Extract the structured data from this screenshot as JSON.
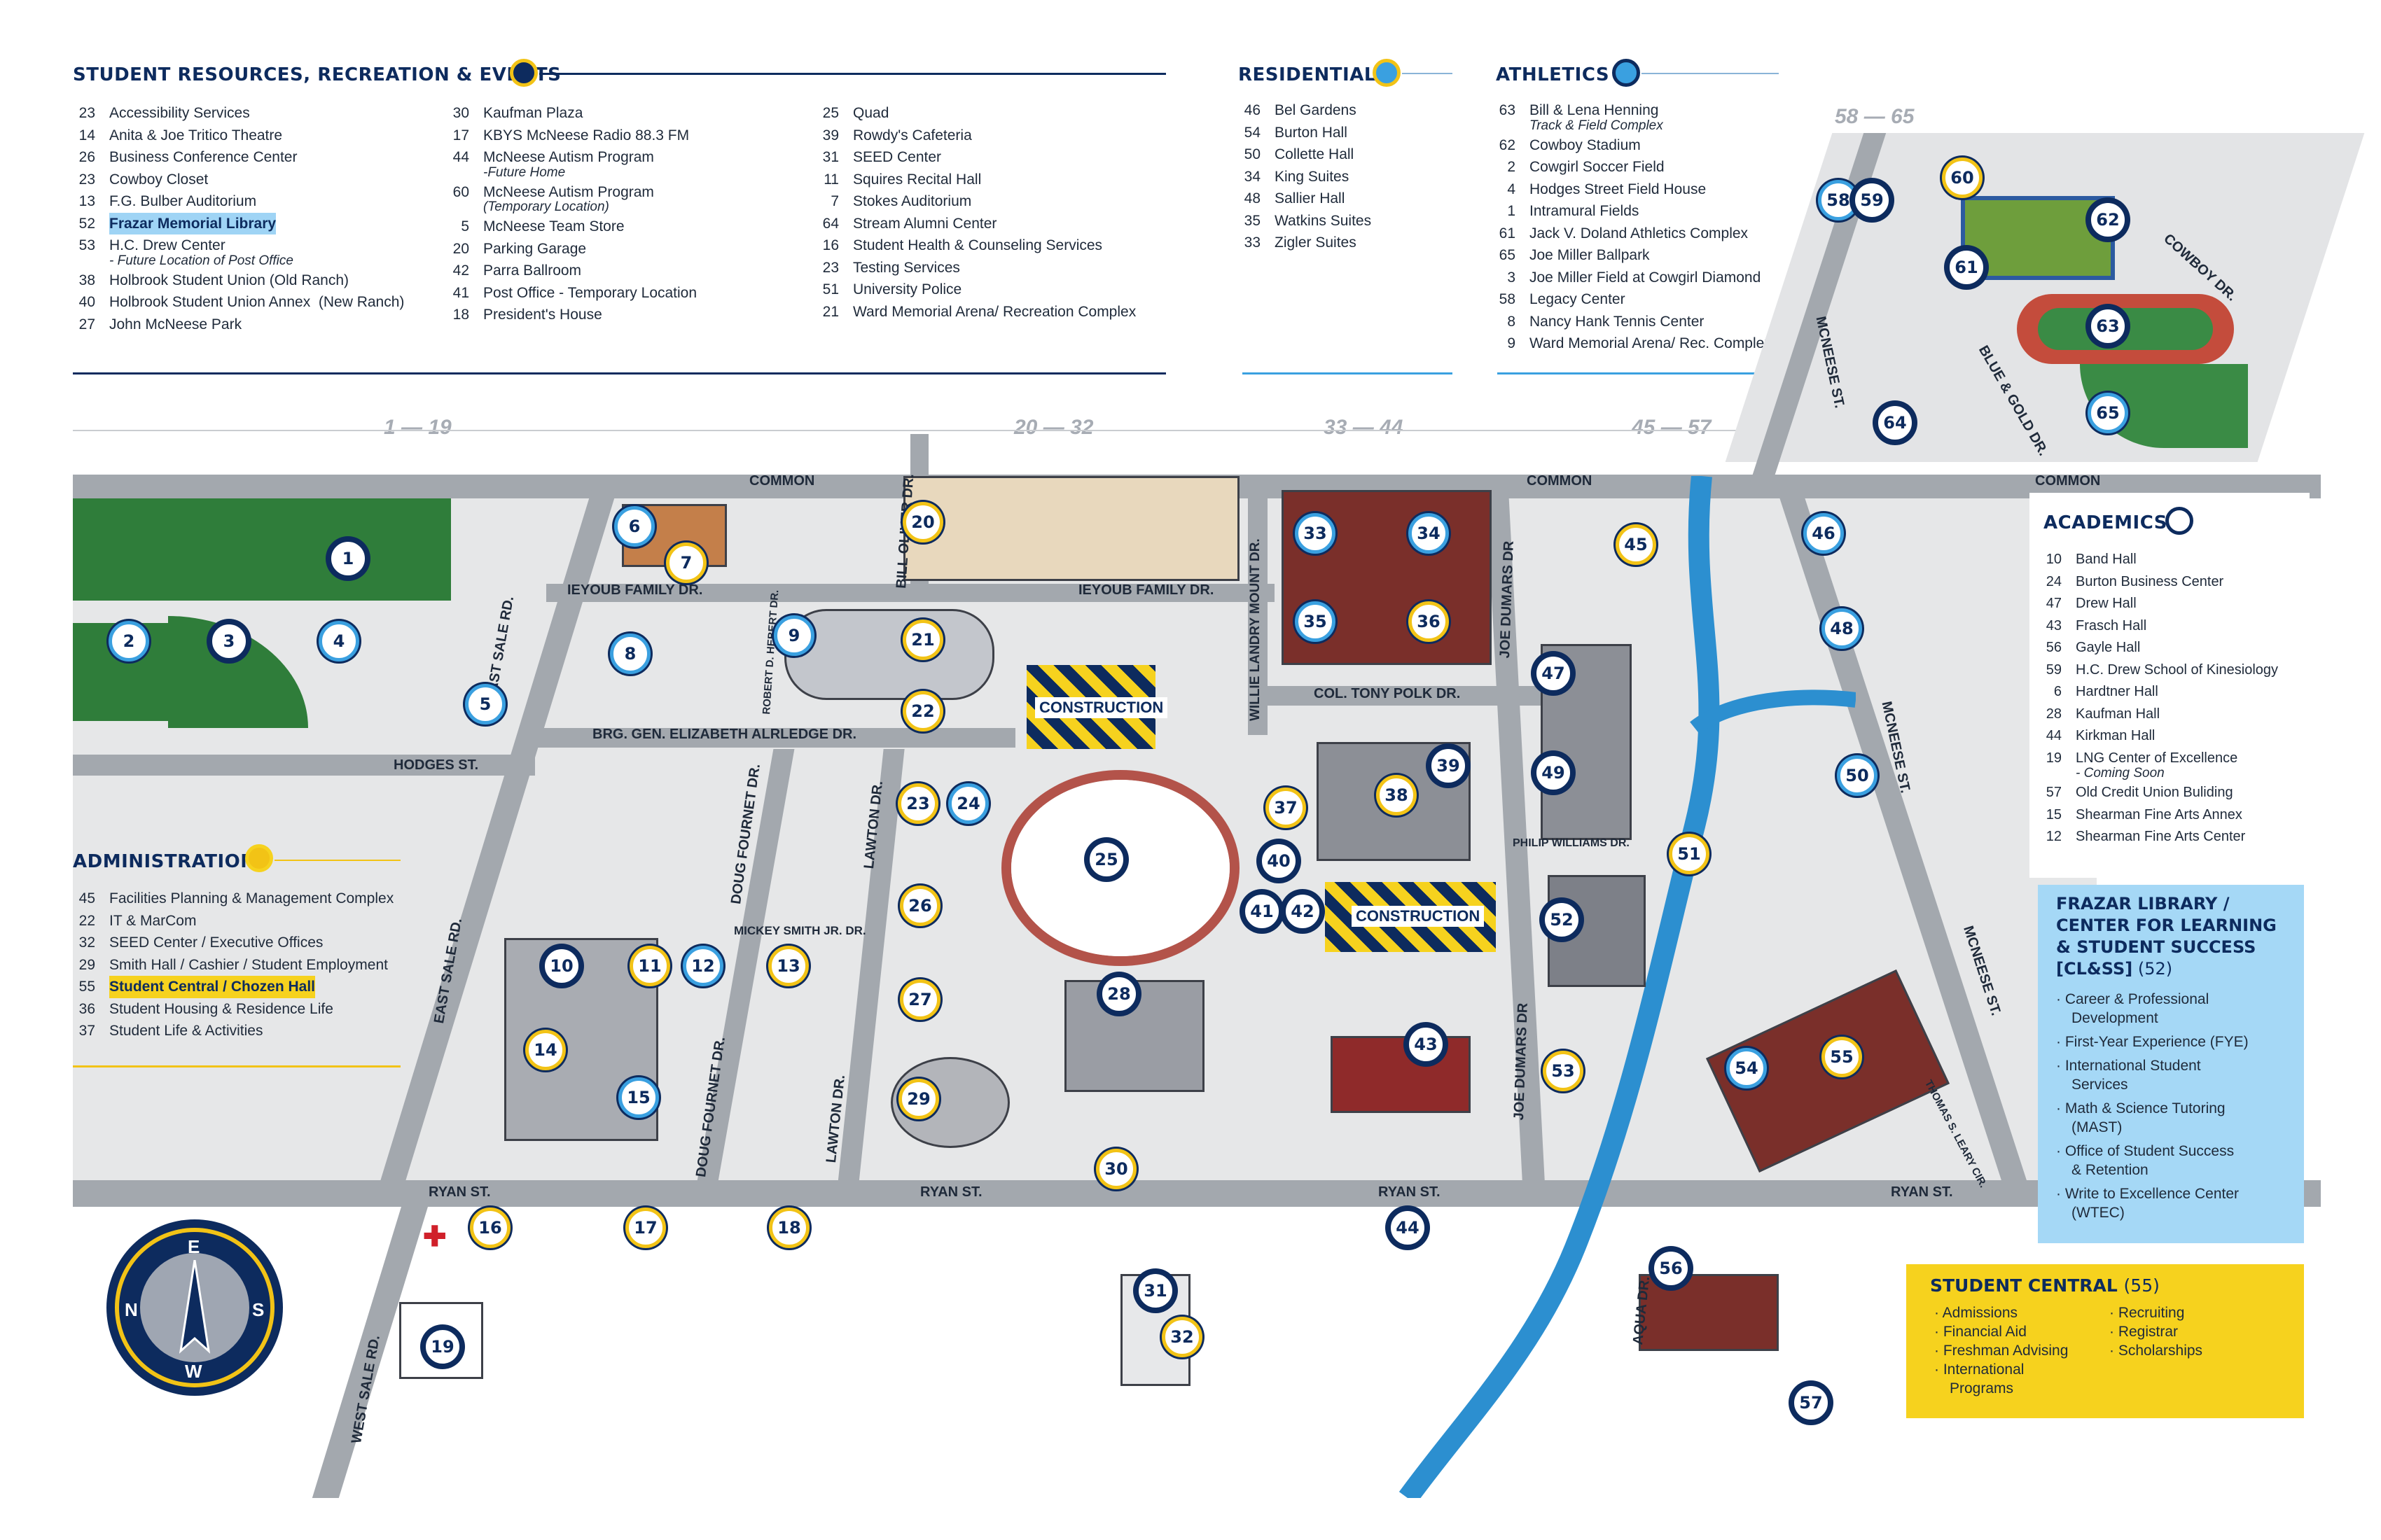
{
  "sections": {
    "student_resources": {
      "title": "STUDENT RESOURCES, RECREATION & EVENTS",
      "col1": [
        {
          "num": "23",
          "name": "Accessibility Services"
        },
        {
          "num": "14",
          "name": "Anita & Joe Tritico Theatre"
        },
        {
          "num": "26",
          "name": "Business Conference Center"
        },
        {
          "num": "23",
          "name": "Cowboy Closet"
        },
        {
          "num": "13",
          "name": "F.G. Bulber Auditorium"
        },
        {
          "num": "52",
          "name": "Frazar Memorial Library"
        },
        {
          "num": "53",
          "name": "H.C. Drew Center",
          "sub": "- Future Location of Post Office"
        },
        {
          "num": "38",
          "name": "Holbrook Student Union (Old Ranch)"
        },
        {
          "num": "40",
          "name": "Holbrook Student Union Annex  (New Ranch)"
        },
        {
          "num": "27",
          "name": "John McNeese Park"
        }
      ],
      "col2": [
        {
          "num": "30",
          "name": "Kaufman Plaza"
        },
        {
          "num": "17",
          "name": "KBYS McNeese Radio 88.3 FM"
        },
        {
          "num": "44",
          "name": "McNeese Autism Program",
          "sub": "-Future Home"
        },
        {
          "num": "60",
          "name": "McNeese Autism Program",
          "sub": "(Temporary Location)"
        },
        {
          "num": "5",
          "name": "McNeese Team Store"
        },
        {
          "num": "20",
          "name": "Parking Garage"
        },
        {
          "num": "42",
          "name": "Parra Ballroom"
        },
        {
          "num": "41",
          "name": "Post Office - Temporary Location"
        },
        {
          "num": "18",
          "name": "President's House"
        }
      ],
      "col3": [
        {
          "num": "25",
          "name": "Quad"
        },
        {
          "num": "39",
          "name": "Rowdy's Cafeteria"
        },
        {
          "num": "31",
          "name": "SEED Center"
        },
        {
          "num": "11",
          "name": "Squires Recital Hall"
        },
        {
          "num": "7",
          "name": "Stokes Auditorium"
        },
        {
          "num": "64",
          "name": "Stream Alumni Center"
        },
        {
          "num": "16",
          "name": "Student Health & Counseling Services"
        },
        {
          "num": "23",
          "name": "Testing Services"
        },
        {
          "num": "51",
          "name": "University Police"
        },
        {
          "num": "21",
          "name": "Ward Memorial Arena/ Recreation Complex"
        }
      ]
    },
    "residential": {
      "title": "RESIDENTIAL",
      "items": [
        {
          "num": "46",
          "name": "Bel Gardens"
        },
        {
          "num": "54",
          "name": "Burton Hall"
        },
        {
          "num": "50",
          "name": "Collette Hall"
        },
        {
          "num": "34",
          "name": "King Suites"
        },
        {
          "num": "48",
          "name": "Sallier Hall"
        },
        {
          "num": "35",
          "name": "Watkins Suites"
        },
        {
          "num": "33",
          "name": "Zigler Suites"
        }
      ]
    },
    "athletics": {
      "title": "ATHLETICS",
      "items": [
        {
          "num": "63",
          "name": "Bill & Lena Henning",
          "sub": "Track & Field Complex"
        },
        {
          "num": "62",
          "name": "Cowboy Stadium"
        },
        {
          "num": "2",
          "name": "Cowgirl Soccer Field"
        },
        {
          "num": "4",
          "name": "Hodges Street Field House"
        },
        {
          "num": "1",
          "name": "Intramural Fields"
        },
        {
          "num": "61",
          "name": "Jack V. Doland Athletics Complex"
        },
        {
          "num": "65",
          "name": "Joe Miller Ballpark"
        },
        {
          "num": "3",
          "name": "Joe Miller Field at Cowgirl Diamond"
        },
        {
          "num": "58",
          "name": "Legacy Center"
        },
        {
          "num": "8",
          "name": "Nancy Hank Tennis Center"
        },
        {
          "num": "9",
          "name": "Ward Memorial Arena/ Rec. Complex"
        }
      ]
    },
    "administration": {
      "title": "ADMINISTRATION",
      "items": [
        {
          "num": "45",
          "name": "Facilities Planning & Management Complex"
        },
        {
          "num": "22",
          "name": "IT & MarCom"
        },
        {
          "num": "32",
          "name": "SEED Center / Executive Offices"
        },
        {
          "num": "29",
          "name": "Smith Hall / Cashier / Student Employment"
        },
        {
          "num": "55",
          "name": "Student Central / Chozen Hall"
        },
        {
          "num": "36",
          "name": "Student Housing & Residence Life"
        },
        {
          "num": "37",
          "name": "Student Life & Activities"
        }
      ]
    },
    "academics": {
      "title": "ACADEMICS",
      "items": [
        {
          "num": "10",
          "name": "Band Hall"
        },
        {
          "num": "24",
          "name": "Burton Business Center"
        },
        {
          "num": "47",
          "name": "Drew Hall"
        },
        {
          "num": "43",
          "name": "Frasch Hall"
        },
        {
          "num": "56",
          "name": "Gayle Hall"
        },
        {
          "num": "59",
          "name": "H.C. Drew School of Kinesiology"
        },
        {
          "num": "6",
          "name": "Hardtner Hall"
        },
        {
          "num": "28",
          "name": "Kaufman Hall"
        },
        {
          "num": "44",
          "name": "Kirkman Hall"
        },
        {
          "num": "19",
          "name": "LNG Center of Excellence",
          "sub": "- Coming Soon"
        },
        {
          "num": "57",
          "name": "Old Credit Union Buliding"
        },
        {
          "num": "15",
          "name": "Shearman Fine Arts Annex"
        },
        {
          "num": "12",
          "name": "Shearman Fine Arts Center"
        }
      ]
    },
    "frazar": {
      "title_lines": [
        "FRAZAR LIBRARY /",
        "CENTER FOR LEARNING",
        "& STUDENT SUCCESS"
      ],
      "title_last": "[CL&SS]",
      "title_num": "(52)",
      "items": [
        "Career & Professional\nDevelopment",
        "First-Year Experience (FYE)",
        "International Student\nServices",
        "Math & Science Tutoring\n(MAST)",
        "Office of Student Success\n& Retention",
        "Write to Excellence Center\n(WTEC)"
      ]
    },
    "student_central": {
      "title": "STUDENT  CENTRAL",
      "title_num": "(55)",
      "col1": [
        "Admissions",
        "Financial Aid",
        "Freshman Advising",
        "International\nPrograms"
      ],
      "col2": [
        "Recruiting",
        "Registrar",
        "Scholarships"
      ]
    }
  },
  "ranges": {
    "r1": "1 — 19",
    "r2": "20 — 32",
    "r3": "33 — 44",
    "r4": "45 — 57",
    "r5": "58 — 65"
  },
  "streets": {
    "common_1": "COMMON",
    "common_2": "COMMON",
    "common_3": "COMMON",
    "ryan_1": "RYAN ST.",
    "ryan_2": "RYAN ST.",
    "ryan_3": "RYAN ST.",
    "ryan_4": "RYAN ST.",
    "hodges": "HODGES ST.",
    "ieyoub_1": "IEYOUB FAMILY DR.",
    "ieyoub_2": "IEYOUB FAMILY DR.",
    "alrledge": "BRG. GEN. ELIZABETH ALRLEDGE DR.",
    "tony_polk": "COL. TONY POLK DR.",
    "mickey": "MICKEY SMITH JR. DR.",
    "philip": "PHILIP WILLIAMS DR.",
    "east_sale_1": "EAST SALE RD.",
    "east_sale_2": "EAST SALE RD.",
    "west_sale": "WEST SALE RD.",
    "doug_1": "DOUG FOURNET DR.",
    "doug_2": "DOUG FOURNET DR.",
    "lawton_1": "LAWTON DR.",
    "lawton_2": "LAWTON DR.",
    "bill_oliver": "BILL OLIVER DR.",
    "robert": "ROBERT D. HEBERT DR.",
    "willie": "WILLIE LANDRY MOUNT DR.",
    "joe_dumars_1": "JOE DUMARS DR",
    "joe_dumars_2": "JOE DUMARS DR",
    "mcneese_1": "MCNEESE ST.",
    "mcneese_2": "MCNEESE ST.",
    "mcneese_3": "MCNEESE ST.",
    "blue_gold": "BLUE & GOLD DR.",
    "cowboy": "COWBOY DR.",
    "aqua": "AQUA DR.",
    "thomas": "THOMAS S. LEARY CIR."
  },
  "construction": [
    "CONSTRUCTION",
    "CONSTRUCTION"
  ],
  "compass": {
    "n": "N",
    "e": "E",
    "s": "S",
    "w": "W"
  },
  "colors": {
    "navy": "#0d2b5e",
    "light_blue": "#3aa0e0",
    "yellow": "#f2c316",
    "road": "#a3a8ae",
    "green": "#2f7d3a",
    "brick": "#b3534a"
  }
}
